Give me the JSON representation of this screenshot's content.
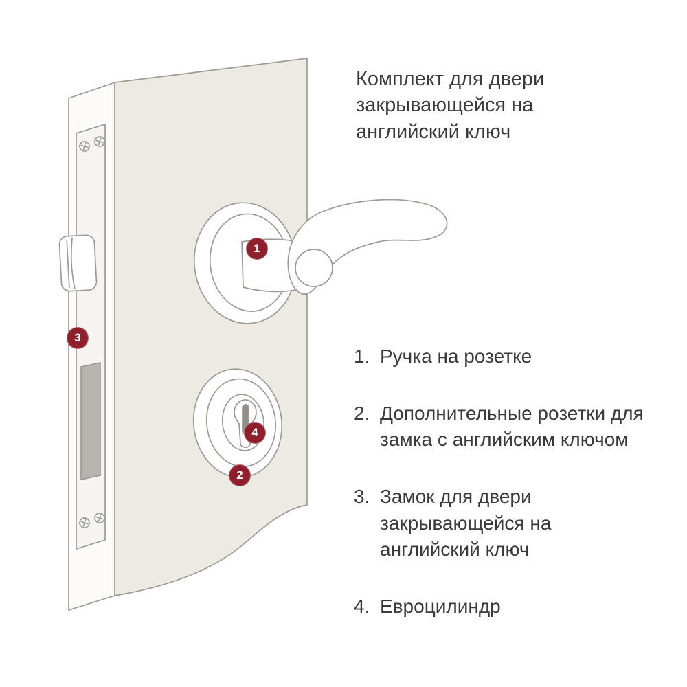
{
  "title": "Комплект для двери\nзакрывающейся на\nанглийский ключ",
  "legend": {
    "items": [
      {
        "num": "1.",
        "text": "Ручка на розетке"
      },
      {
        "num": "2.",
        "text": "Дополнительные розетки для\nзамка с английским ключом"
      },
      {
        "num": "3.",
        "text": "Замок для двери\nзакрывающейся на\nанглийский ключ"
      },
      {
        "num": "4.",
        "text": "Евроцилиндр"
      }
    ]
  },
  "markers": [
    {
      "label": "1"
    },
    {
      "label": "2"
    },
    {
      "label": "3"
    },
    {
      "label": "4"
    }
  ],
  "colors": {
    "marker_background": "#8E1F2D",
    "marker_text": "#FFFFFF",
    "outline": "#9C9A95",
    "door_face": "#EDEAE4",
    "door_edge": "#FCFBF9",
    "deadbolt_slot": "#B6B4AF",
    "keyway": "#908E89",
    "text": "#3A3A3A",
    "background": "#FFFFFF"
  }
}
